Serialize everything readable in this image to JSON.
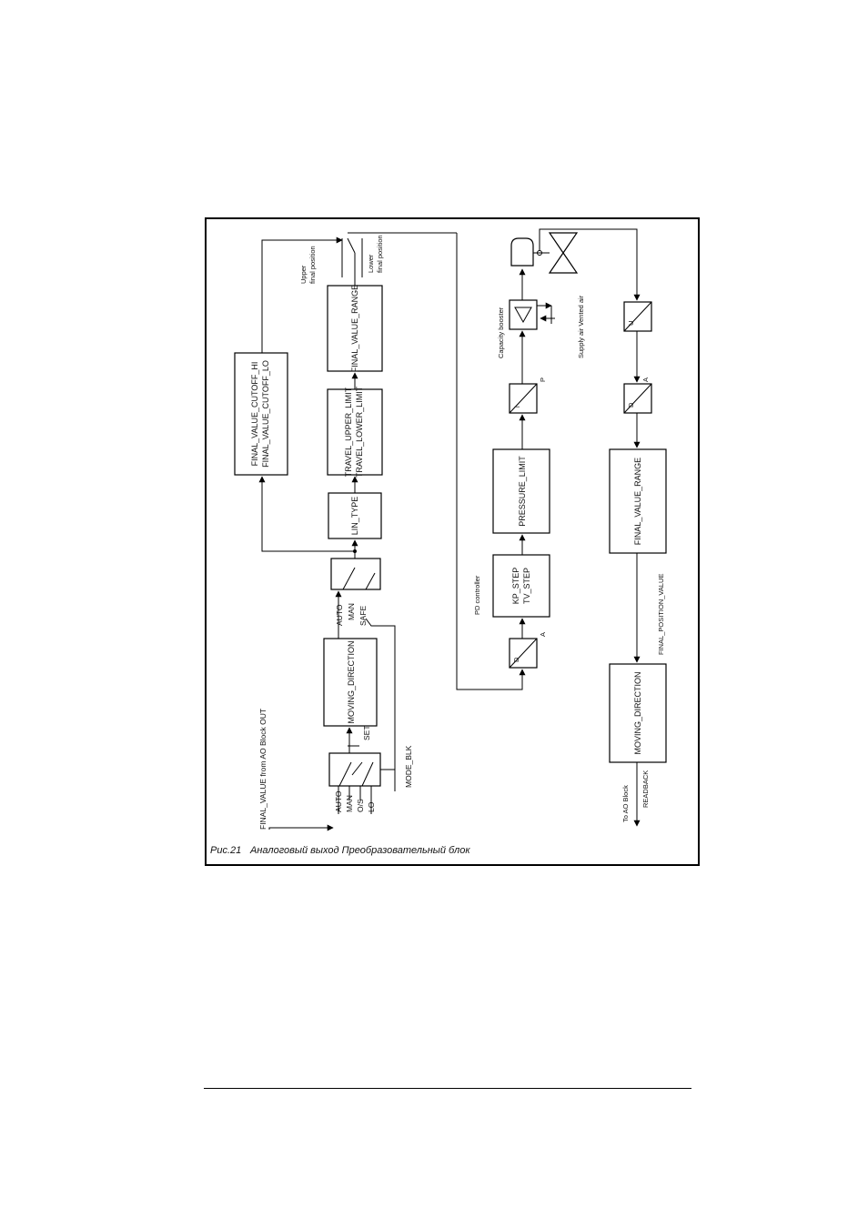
{
  "caption": {
    "figure_number": "Рис.21",
    "title": "Аналоговый выход Преобразовательный блок"
  },
  "inputs": {
    "final_value": "FINAL_VALUE  from  AO Block OUT",
    "set_fail_safe_pos": "SET_FAIL_SAFE_POS",
    "mode_blk": "MODE_BLK"
  },
  "mode_switch": {
    "auto": "AUTO",
    "man": "MAN",
    "os": "O/S",
    "lo": "LO"
  },
  "safe_switch": {
    "auto": "AUTO",
    "man": "MAN",
    "safe": "SAFE"
  },
  "blocks": {
    "moving_direction_top": "MOVING_DIRECTION",
    "lin_type": "LIN_TYPE",
    "travel_upper": "TRAVEL_UPPER_LIMIT",
    "travel_lower": "TRAVEL_LOWER_LIMIT",
    "final_value_range_top": "FINAL_VALUE_RANGE",
    "cutoff_hi": "FINAL_VALUE_CUTOFF_HI",
    "cutoff_lo": "FINAL_VALUE_CUTOFF_LO",
    "kp_step": "KP_STEP",
    "tv_step": "TV_STEP",
    "pressure_limit": "PRESSURE_LIMIT",
    "final_value_range_bottom": "FINAL_VALUE_RANGE",
    "moving_direction_bottom": "MOVING_DIRECTION"
  },
  "converters": {
    "da_in": "D",
    "da_out": "A",
    "ip_in": "i",
    "ip_out": "P",
    "u": "U",
    "ad_in": "D",
    "ad_out": "A"
  },
  "labels": {
    "upper_final_1": "Upper",
    "upper_final_2": "final position",
    "lower_final_1": "Lower",
    "lower_final_2": "final position",
    "pd_controller": "PD controller",
    "capacity_booster": "Capacity booster",
    "supply_air": "Supply air  Vented air",
    "final_position_value": "FINAL_POSITION_VALUE",
    "to_ao_block": "To  AO Block",
    "readback": "READBACK"
  }
}
